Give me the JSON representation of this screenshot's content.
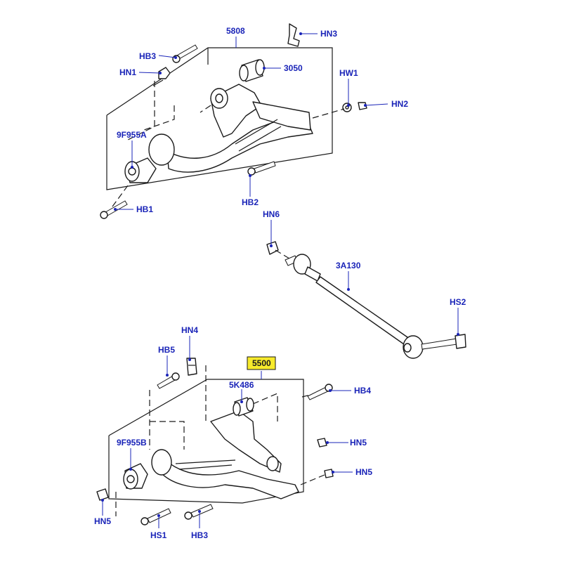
{
  "callouts": {
    "c5808": "5808",
    "hn3": "HN3",
    "hb3_top": "HB3",
    "c3050": "3050",
    "hn1": "HN1",
    "hw1": "HW1",
    "hn2": "HN2",
    "c9f955a": "9F955A",
    "hb1": "HB1",
    "hb2": "HB2",
    "hn6": "HN6",
    "c3a130": "3A130",
    "hs2": "HS2",
    "hn4": "HN4",
    "hb5": "HB5",
    "c5500": "5500",
    "hb4": "HB4",
    "c5k486": "5K486",
    "hn5_right_upper": "HN5",
    "c9f955b": "9F955B",
    "hn5_right_lower": "HN5",
    "hn5_left": "HN5",
    "hs1": "HS1",
    "hb3_bottom": "HB3"
  },
  "colors": {
    "label": "#1a24b8",
    "highlight": "#f7ea2b",
    "line": "#1a1a1a"
  },
  "highlighted_callout": "5500"
}
